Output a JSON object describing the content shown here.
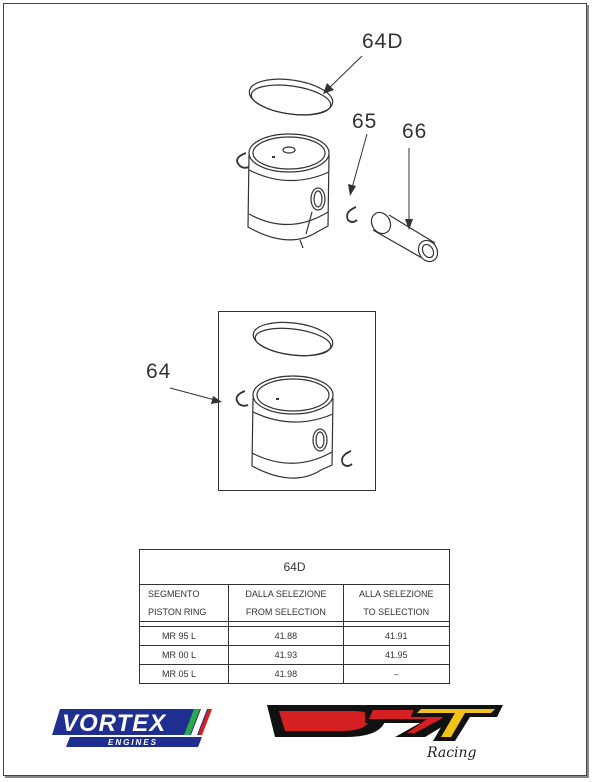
{
  "callouts": {
    "c64d": "64D",
    "c65": "65",
    "c66": "66",
    "c64": "64"
  },
  "table": {
    "title": "64D",
    "head1": [
      "SEGMENTO",
      "DALLA SELEZIONE",
      "ALLA SELEZIONE"
    ],
    "head2": [
      "PISTON RING",
      "FROM SELECTION",
      "TO SELECTION"
    ],
    "rows": [
      [
        "MR  95  L",
        "41.88",
        "41.91"
      ],
      [
        "MR  00  L",
        "41.93",
        "41.95"
      ],
      [
        "MR  05  L",
        "41.98",
        "–"
      ]
    ]
  },
  "logos": {
    "vortex": "VORTEX",
    "vortex_sub": "ENGINES",
    "drr_script": "Racing"
  },
  "colors": {
    "line": "#333333",
    "vortex_blue": "#1f2f8f",
    "drr_red": "#d42020",
    "drr_yellow": "#f2c21a"
  }
}
